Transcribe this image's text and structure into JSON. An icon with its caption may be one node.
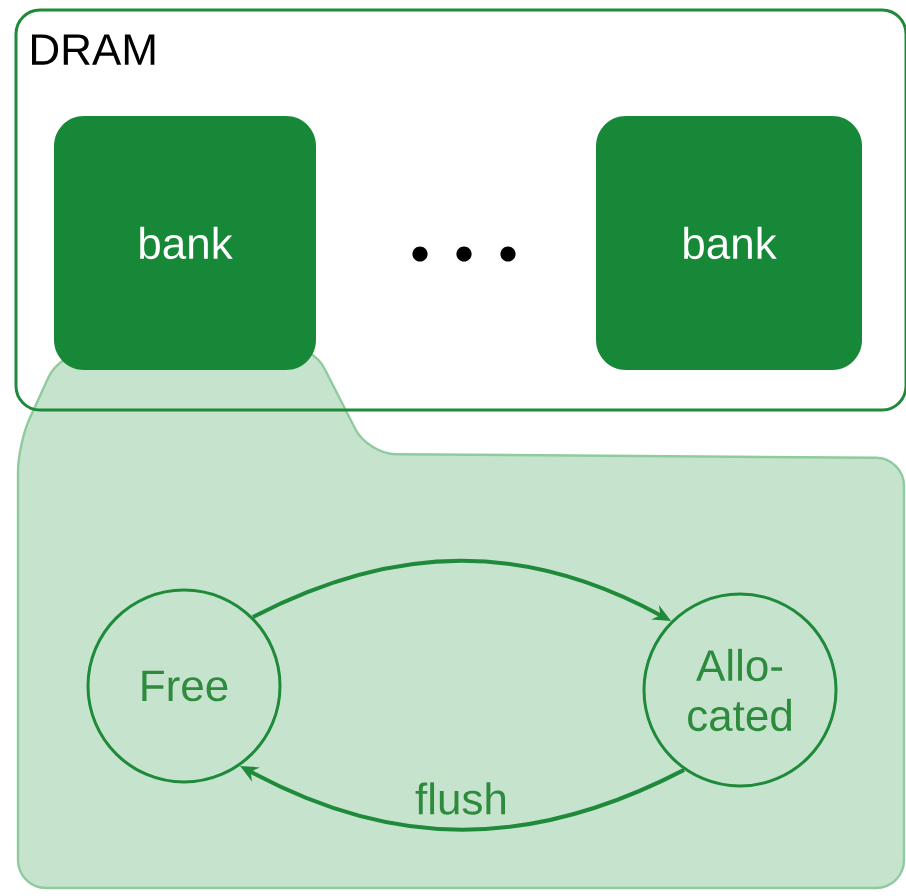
{
  "diagram": {
    "nodes": [
      {
        "text": [
          "DRAM"
        ]
      },
      {
        "text": [
          "bank"
        ],
        "in": 0
      },
      {
        "text": [
          "bank"
        ],
        "in": 0
      },
      {
        "text": [
          "Free"
        ]
      },
      {
        "text": [
          "Allo-cated"
        ]
      }
    ],
    "edges": [
      {
        "from": 3,
        "to": 4,
        "arrow": "to"
      },
      {
        "from": 4,
        "to": 3,
        "arrow": "to",
        "label": "flush"
      }
    ]
  }
}
